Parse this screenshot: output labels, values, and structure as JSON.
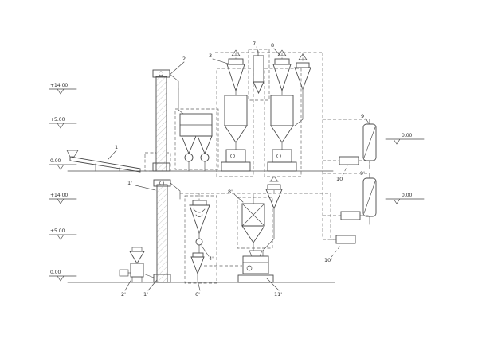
{
  "diagram": {
    "type": "process-flow-diagram",
    "subject": "milling / feed plant equipment elevation schematic",
    "line_color": "#4a4a4a",
    "background_color": "#ffffff",
    "elevations": {
      "top_plus14": "+14.00",
      "top_plus5": "+5.00",
      "top_zero": "0.00",
      "bottom_plus14": "+14.00",
      "bottom_plus5": "+5.00",
      "bottom_zero": "0.00",
      "right_upper_zero": "0.00",
      "right_lower_zero": "0.00"
    },
    "labels": {
      "conveyor_1": "1",
      "elevator_2": "2",
      "cyclone_3": "3",
      "filter_7": "7",
      "cyclone_8": "8",
      "vessel_9": "9",
      "fan_10": "10",
      "vessel_9p": "9'",
      "fan_10p": "10'",
      "elevator_1p": "1'",
      "sifter_2p": "2'",
      "cyclone_4p": "4'",
      "cyclone_6p": "6'",
      "bin_8p": "8'",
      "press_11p": "11'"
    }
  }
}
